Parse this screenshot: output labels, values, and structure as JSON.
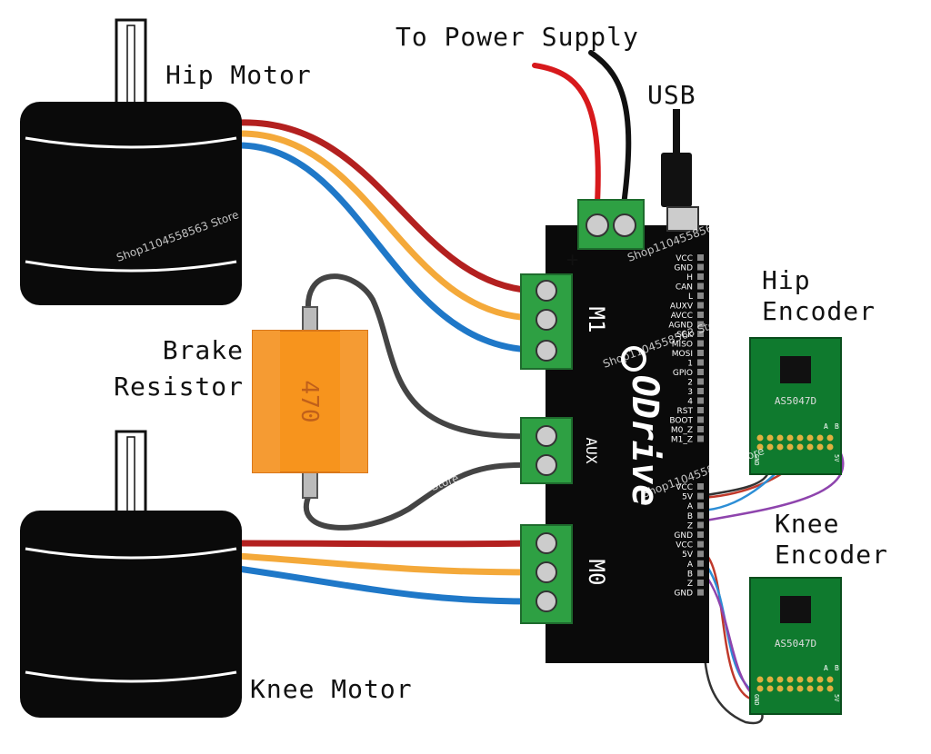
{
  "labels": {
    "power_supply": "To Power Supply",
    "usb": "USB",
    "hip_motor": "Hip Motor",
    "knee_motor": "Knee Motor",
    "brake_line1": "Brake",
    "brake_line2": "Resistor",
    "resistor_value": "470",
    "hip_enc_line1": "Hip",
    "hip_enc_line2": "Encoder",
    "knee_enc_line1": "Knee",
    "knee_enc_line2": "Encoder",
    "plus": "+"
  },
  "board": {
    "m1": "M1",
    "m0": "M0",
    "aux": "AUX",
    "logo": "ODrive",
    "upper_pins": [
      "VCC",
      "GND",
      "H",
      "CAN",
      "L",
      "AUXV",
      "AVCC",
      "AGND",
      "SCK",
      "MISO",
      "MOSI",
      "1",
      "GPIO",
      "2",
      "3",
      "4",
      "RST",
      "BOOT",
      "M0_Z",
      "M1_Z"
    ],
    "lower_pins": [
      "VCC",
      "5V",
      "A",
      "B",
      "Z",
      "GND",
      "VCC",
      "5V",
      "A",
      "B",
      "Z",
      "GND"
    ]
  },
  "encoder": {
    "chip": "AS5047D",
    "pin_a": "A",
    "pin_b": "B",
    "pin_gnd": "GND",
    "pin_5v": "5V"
  },
  "watermark": "Shop1104558563 Store",
  "colors": {
    "phase_red": "#b3201f",
    "phase_yellow": "#f4a93a",
    "phase_blue": "#1f78c8",
    "terminal_green": "#2ea043",
    "pcb_green": "#0f7a2e",
    "resistor_orange": "#f7941d",
    "board_black": "#0a0a0a"
  }
}
